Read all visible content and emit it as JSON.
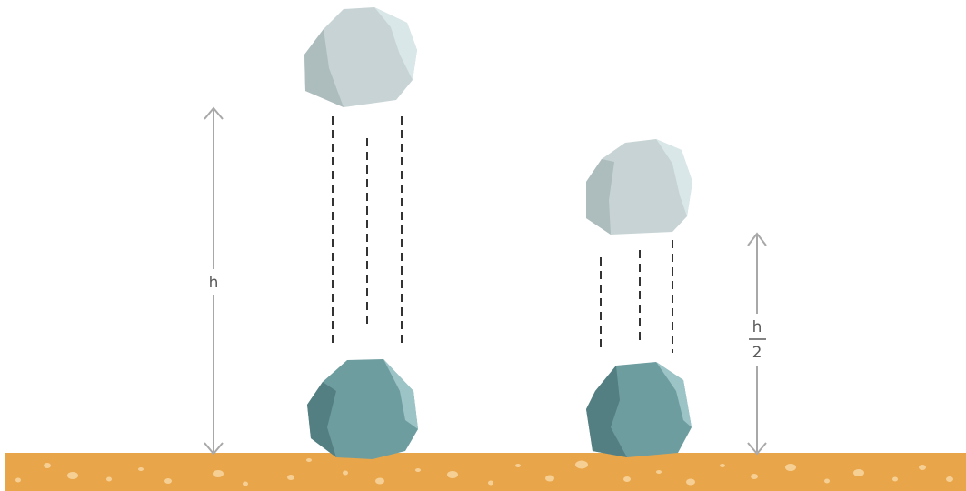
{
  "labels": {
    "full_height": "h",
    "half_height_numerator": "h",
    "half_height_denominator": "2"
  },
  "colors": {
    "ground": "#e8a54a",
    "ground_spots": "#f6cf94",
    "rock_light": "#c7d3d4",
    "rock_light_shade": "#adbcbd",
    "rock_light_highlight": "#d9e7e8",
    "rock_dark": "#6e9da0",
    "rock_dark_shade": "#547f82",
    "rock_dark_highlight": "#9cc4c6",
    "dash_line": "#333333",
    "arrow": "#a8a8a8"
  },
  "icons": {
    "rock_start": "rock-icon",
    "rock_landed": "rock-icon"
  }
}
